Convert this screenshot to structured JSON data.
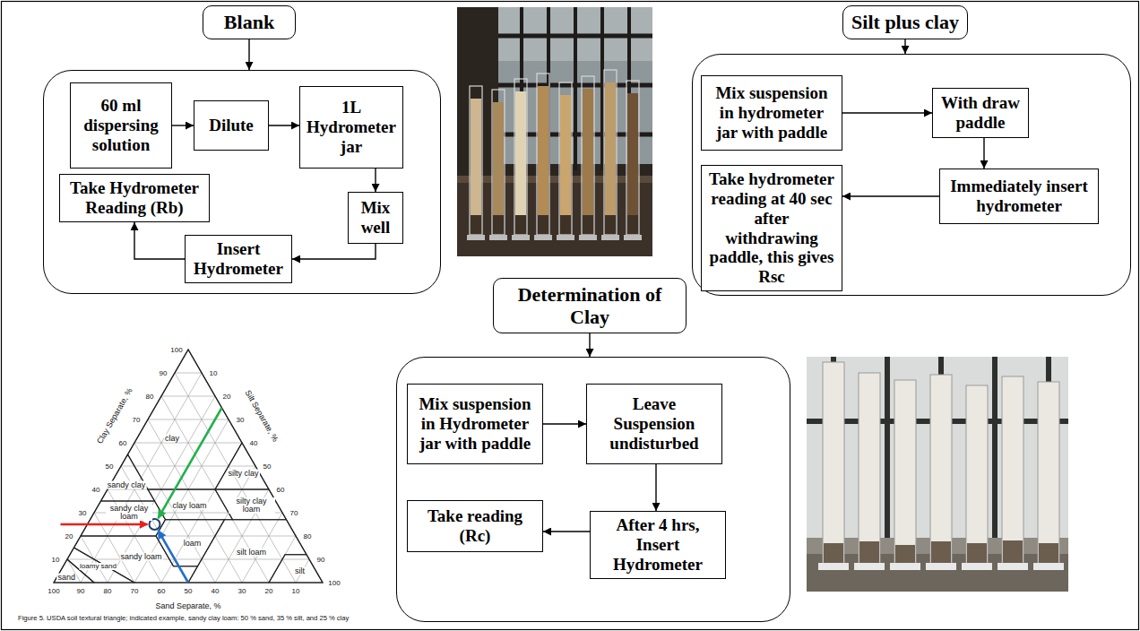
{
  "diagram": {
    "caption": "Figure 5. USDA soil textural triangle; indicated example, sandy clay loam: 50 % sand, 35 % silt, and 25 % clay",
    "nodes": [
      {
        "text": [
          "Blank"
        ]
      },
      {
        "text": []
      },
      {
        "text": [
          "60 ml dispersing solution"
        ],
        "in": 1
      },
      {
        "text": [
          "Dilute"
        ],
        "in": 1
      },
      {
        "text": [
          "1L Hydrometer jar"
        ],
        "in": 1
      },
      {
        "text": [
          "Mix well"
        ],
        "in": 1
      },
      {
        "text": [
          "Insert Hydrometer"
        ],
        "in": 1
      },
      {
        "text": [
          "Take Hydrometer Reading (Rb)"
        ],
        "in": 1
      },
      {
        "text": [
          "Silt plus clay"
        ]
      },
      {
        "text": []
      },
      {
        "text": [
          "Mix suspension in hydrometer jar with paddle"
        ],
        "in": 9
      },
      {
        "text": [
          "With draw paddle"
        ],
        "in": 9
      },
      {
        "text": [
          "Immediately insert hydrometer"
        ],
        "in": 9
      },
      {
        "text": [
          "Take hydrometer reading at 40 sec after withdrawing paddle, this gives Rsc"
        ],
        "in": 9
      },
      {
        "text": [
          "Determination of Clay"
        ]
      },
      {
        "text": []
      },
      {
        "text": [
          "Mix suspension in Hydrometer jar with paddle"
        ],
        "in": 15
      },
      {
        "text": [
          "Leave Suspension undisturbed"
        ],
        "in": 15
      },
      {
        "text": [
          "After 4 hrs, Insert Hydrometer"
        ],
        "in": 15
      },
      {
        "text": [
          "Take reading (Rc)"
        ],
        "in": 15
      }
    ],
    "edges": [
      {
        "from": 0,
        "to": 1,
        "arrow": "to"
      },
      {
        "from": 2,
        "to": 3,
        "arrow": "to"
      },
      {
        "from": 3,
        "to": 4,
        "arrow": "to"
      },
      {
        "from": 4,
        "to": 5,
        "arrow": "to"
      },
      {
        "from": 5,
        "to": 6,
        "arrow": "to"
      },
      {
        "from": 6,
        "to": 7,
        "arrow": "to"
      },
      {
        "from": 8,
        "to": 9,
        "arrow": "to"
      },
      {
        "from": 10,
        "to": 11,
        "arrow": "to"
      },
      {
        "from": 11,
        "to": 12,
        "arrow": "to"
      },
      {
        "from": 12,
        "to": 13,
        "arrow": "to"
      },
      {
        "from": 14,
        "to": 15,
        "arrow": "to"
      },
      {
        "from": 16,
        "to": 17,
        "arrow": "to"
      },
      {
        "from": 17,
        "to": 18,
        "arrow": "to"
      },
      {
        "from": 18,
        "to": 19,
        "arrow": "to"
      }
    ],
    "labels": [
      "Clay Separate, %",
      "Silt Separate, %",
      "Sand Separate, %",
      "10",
      "20",
      "30",
      "40",
      "50",
      "60",
      "70",
      "80",
      "90",
      "100",
      "10",
      "20",
      "30",
      "40",
      "50",
      "60",
      "70",
      "80",
      "90",
      "100",
      "10",
      "20",
      "30",
      "40",
      "50",
      "60",
      "70",
      "80",
      "90",
      "100",
      "clay",
      "silty clay",
      "sandy clay",
      "clay loam",
      "silty clay loam",
      "sandy clay loam",
      "loam",
      "silt loam",
      "sandy loam",
      "silt",
      "loamy sand",
      "sand"
    ]
  }
}
